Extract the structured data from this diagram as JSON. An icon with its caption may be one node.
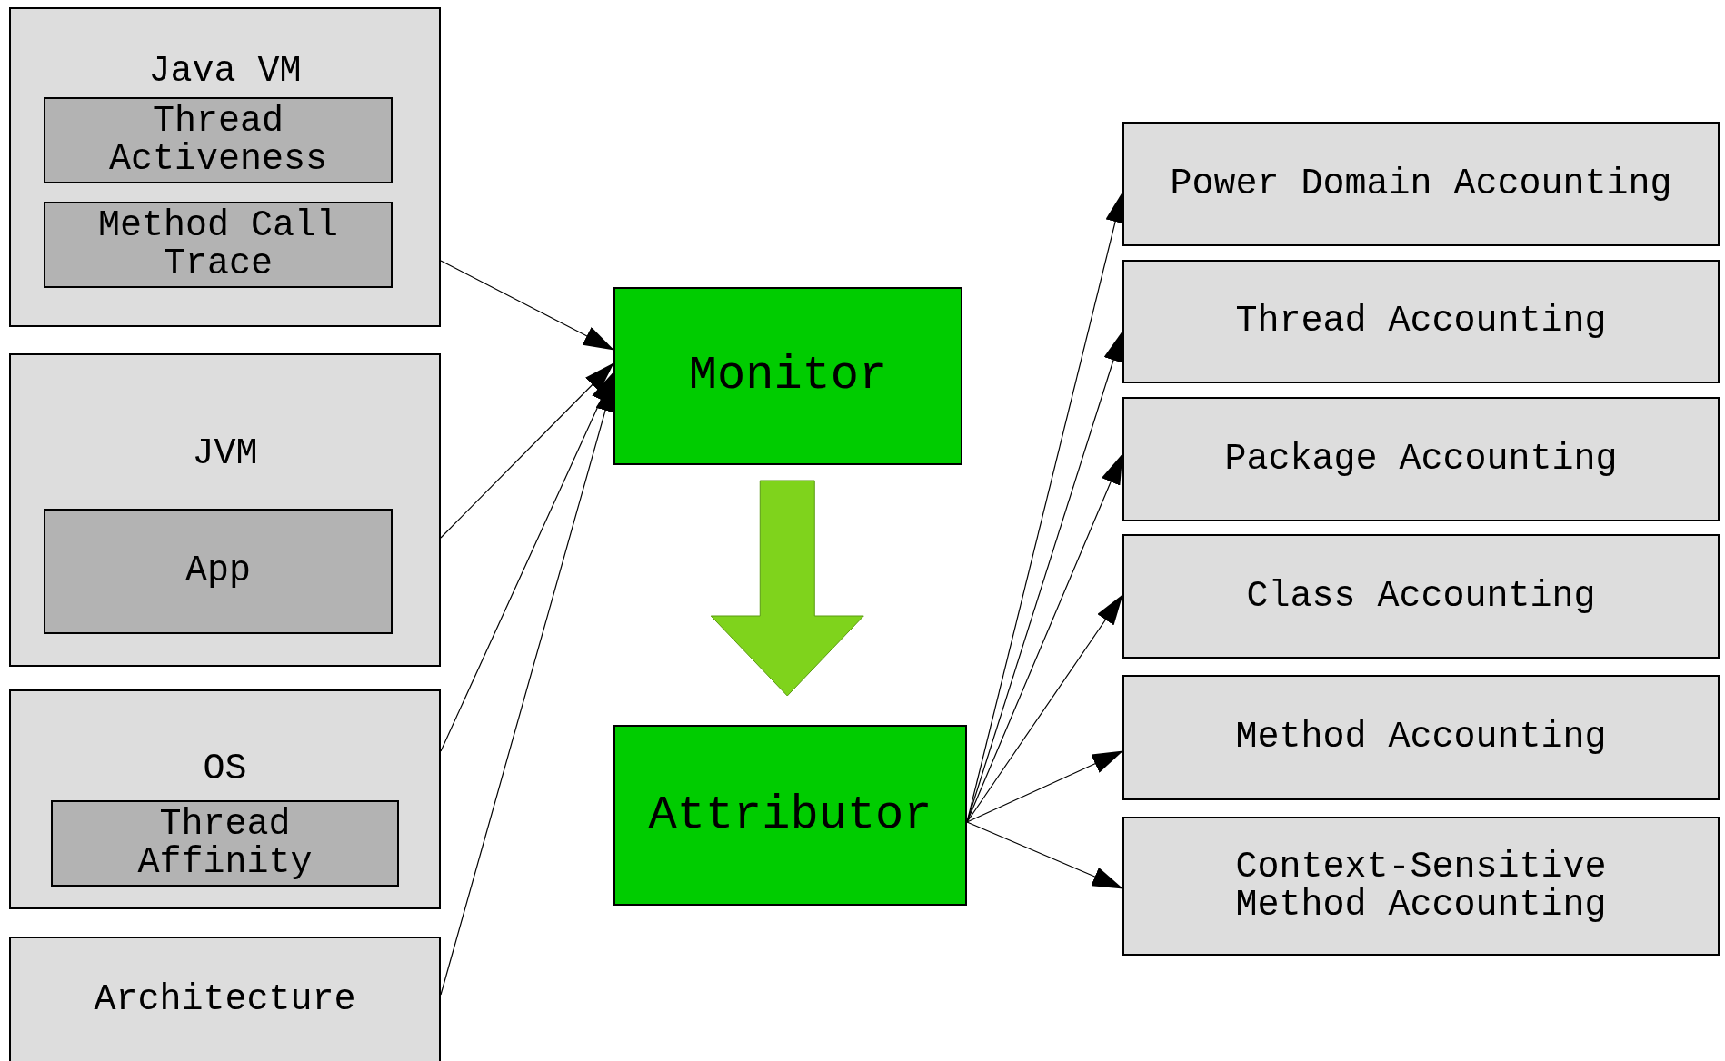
{
  "diagram": {
    "nodes": [
      {
        "text": [
          "Java VM"
        ]
      },
      {
        "text": [
          "Thread Activeness"
        ],
        "in": 0
      },
      {
        "text": [
          "Method Call Trace"
        ],
        "in": 0
      },
      {
        "text": [
          "JVM"
        ]
      },
      {
        "text": [
          "App"
        ],
        "in": 3
      },
      {
        "text": [
          "OS"
        ]
      },
      {
        "text": [
          "Thread Affinity"
        ],
        "in": 5
      },
      {
        "text": [
          "Architecture"
        ]
      },
      {
        "text": [
          "Monitor"
        ]
      },
      {
        "text": [
          "Attributor"
        ]
      },
      {
        "text": [
          "Power Domain Accounting"
        ]
      },
      {
        "text": [
          "Thread Accounting"
        ]
      },
      {
        "text": [
          "Package Accounting"
        ]
      },
      {
        "text": [
          "Class Accounting"
        ]
      },
      {
        "text": [
          "Method Accounting"
        ]
      },
      {
        "text": [
          "Context-Sensitive Method Accounting"
        ]
      }
    ],
    "edges": [
      {
        "from": 0,
        "to": 8,
        "arrow": "to"
      },
      {
        "from": 3,
        "to": 8,
        "arrow": "to"
      },
      {
        "from": 5,
        "to": 8,
        "arrow": "to"
      },
      {
        "from": 7,
        "to": 8,
        "arrow": "to"
      },
      {
        "from": 8,
        "to": 9,
        "arrow": "to",
        "style": "thick",
        "color": "#7fd31c"
      },
      {
        "from": 9,
        "to": 10,
        "arrow": "to"
      },
      {
        "from": 9,
        "to": 11,
        "arrow": "to"
      },
      {
        "from": 9,
        "to": 12,
        "arrow": "to"
      },
      {
        "from": 9,
        "to": 13,
        "arrow": "to"
      },
      {
        "from": 9,
        "to": 14,
        "arrow": "to"
      },
      {
        "from": 9,
        "to": 15,
        "arrow": "to"
      }
    ]
  }
}
